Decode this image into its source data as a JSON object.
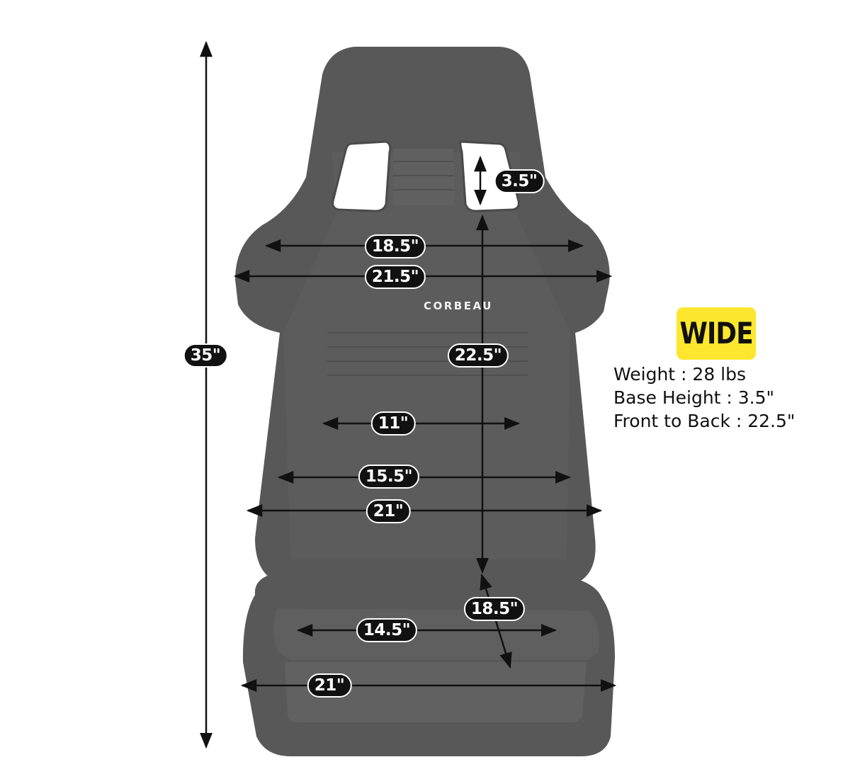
{
  "seat": {
    "brand": "CORBEAU"
  },
  "dimensions": {
    "overall_height": "35\"",
    "harness_slot": "3.5\"",
    "shoulder_inner": "18.5\"",
    "shoulder_outer": "21.5\"",
    "back_height": "22.5\"",
    "lumbar_inner": "11\"",
    "bolster_inner": "15.5\"",
    "bolster_outer": "21\"",
    "cushion_depth": "18.5\"",
    "cushion_inner": "14.5\"",
    "base_outer": "21\""
  },
  "info": {
    "badge": "WIDE",
    "weight": "Weight : 28 lbs",
    "base_height": "Base Height : 3.5\"",
    "front_to_back": "Front to Back : 22.5\""
  },
  "colors": {
    "seat": "#585858",
    "seat_dark": "#4e4e4e",
    "badge": "#fde72e",
    "label_bg": "#111111"
  }
}
